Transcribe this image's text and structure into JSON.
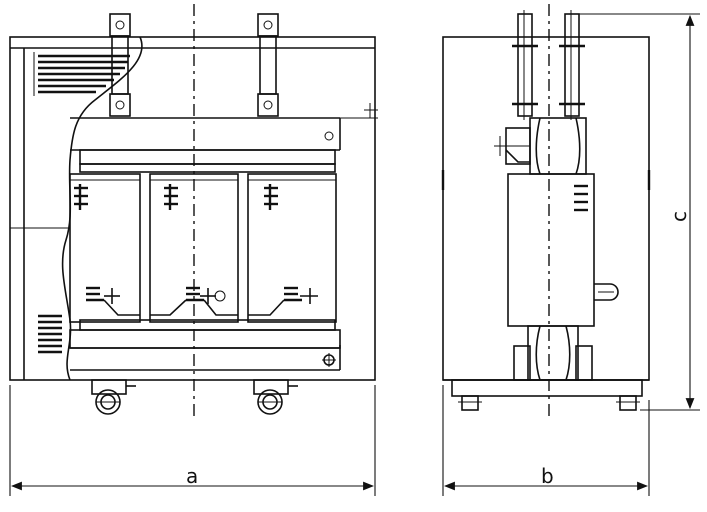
{
  "drawing": {
    "dimension_labels": {
      "width_front": "a",
      "width_side": "b",
      "height": "c"
    }
  }
}
